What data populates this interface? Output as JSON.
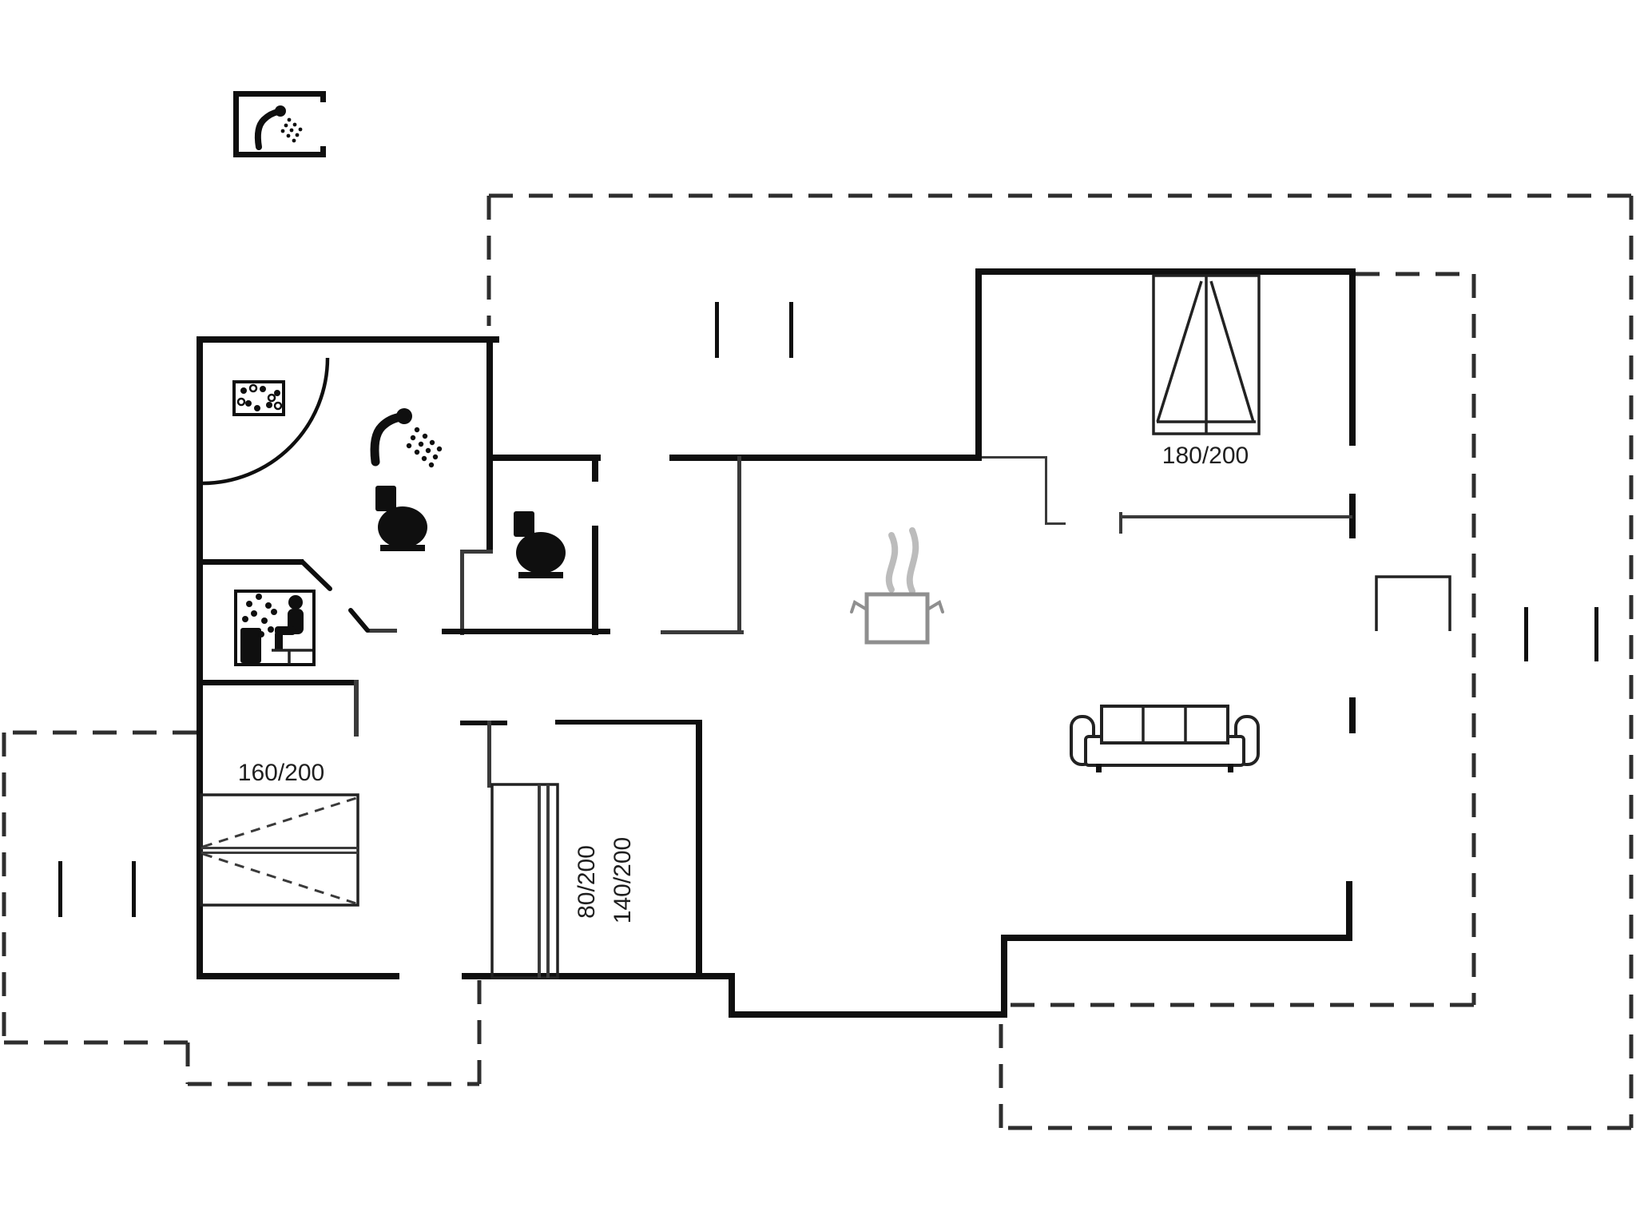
{
  "title": "holiday-house-floor-plan",
  "colors": {
    "background": "#ffffff",
    "wall": "#0f0f0f",
    "thin": "#3a3a3a",
    "dashed": "#2e2e2e",
    "furniture": "#222222",
    "pot": "#8f8f8f",
    "steam": "#bcbcbc",
    "text": "#1f1f1f"
  },
  "labels": {
    "double_bed": "160/200",
    "wardrobe": "180/200",
    "bunk_bed_upper": "80/200",
    "bunk_bed_lower": "140/200"
  },
  "icons": [
    "outdoor-shower-icon",
    "washing-machine-icon",
    "shower-icon",
    "toilet-icon",
    "toilet-icon",
    "sauna-icon",
    "cooking-pot-icon",
    "steam-icon",
    "sofa-icon",
    "wardrobe-icon",
    "double-bed-icon",
    "bunk-bed-icon",
    "terrace-step-icon"
  ]
}
